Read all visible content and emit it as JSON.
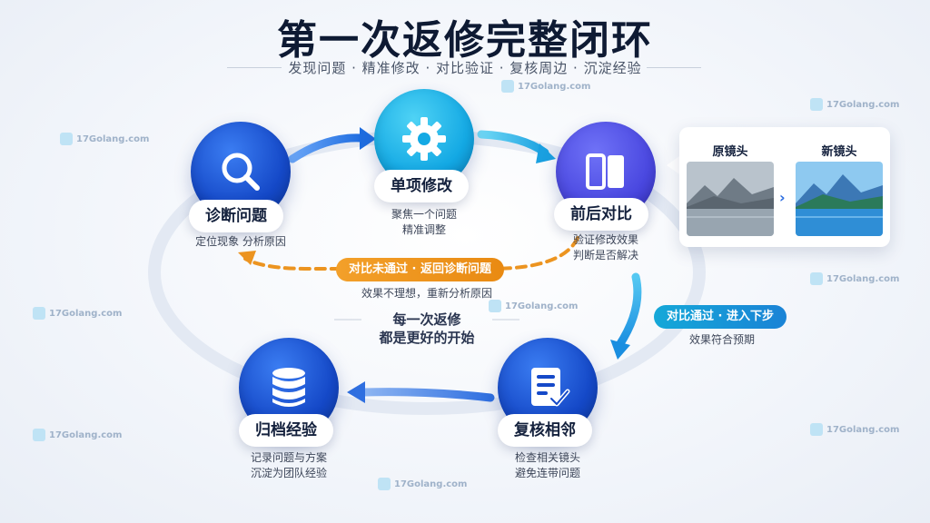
{
  "title": "第一次返修完整闭环",
  "subtitle": "发现问题 · 精准修改 · 对比验证 · 复核周边 · 沉淀经验",
  "nodes": {
    "diagnose": {
      "label": "诊断问题",
      "desc": "定位现象    分析原因",
      "icon": "search-icon"
    },
    "modify": {
      "label": "单项修改",
      "desc1": "聚焦一个问题",
      "desc2": "精准调整",
      "icon": "gear-icon"
    },
    "compare": {
      "label": "前后对比",
      "desc1": "验证修改效果",
      "desc2": "判断是否解决",
      "icon": "split-panel-icon"
    },
    "review": {
      "label": "复核相邻",
      "desc1": "检查相关镜头",
      "desc2": "避免连带问题",
      "icon": "checklist-icon"
    },
    "archive": {
      "label": "归档经验",
      "desc1": "记录问题与方案",
      "desc2": "沉淀为团队经验",
      "icon": "database-icon"
    }
  },
  "fail_branch": {
    "tag": "对比未通过 · 返回诊断问题",
    "desc": "效果不理想，重新分析原因"
  },
  "pass_branch": {
    "tag": "对比通过 · 进入下步",
    "desc": "效果符合预期"
  },
  "center": {
    "line1": "每一次返修",
    "line2": "都是更好的开始"
  },
  "comparison": {
    "before": "原镜头",
    "after": "新镜头"
  },
  "watermark": "17Golang.com",
  "colors": {
    "blue": "#1549c8",
    "cyan": "#14a9e4",
    "purple": "#4a48e0",
    "orange": "#e98a12",
    "teal": "#15a8d8"
  }
}
